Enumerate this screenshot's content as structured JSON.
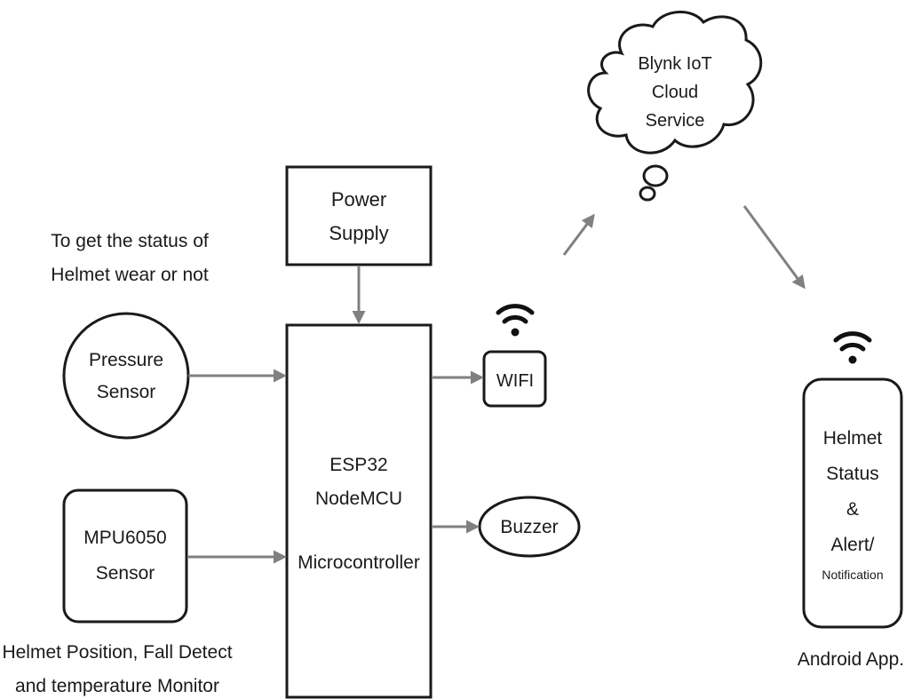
{
  "cloud": {
    "line1": "Blynk IoT",
    "line2": "Cloud",
    "line3": "Service"
  },
  "power_supply": {
    "line1": "Power",
    "line2": "Supply"
  },
  "pressure_note": {
    "line1": "To get the  status of",
    "line2": "Helmet wear or not"
  },
  "pressure_sensor": {
    "line1": "Pressure",
    "line2": "Sensor"
  },
  "mpu_sensor": {
    "line1": "MPU6050",
    "line2": "Sensor"
  },
  "mpu_note": {
    "line1": "Helmet Position, Fall Detect",
    "line2": "and temperature Monitor"
  },
  "microcontroller": {
    "line1": "ESP32",
    "line2": "NodeMCU",
    "line3": "Microcontroller"
  },
  "wifi": {
    "label": "WIFI"
  },
  "buzzer": {
    "label": "Buzzer"
  },
  "phone": {
    "line1": "Helmet",
    "line2": "Status",
    "line3": "&",
    "line4": "Alert/",
    "line5": "Notification"
  },
  "android_app": {
    "label": "Android App."
  }
}
